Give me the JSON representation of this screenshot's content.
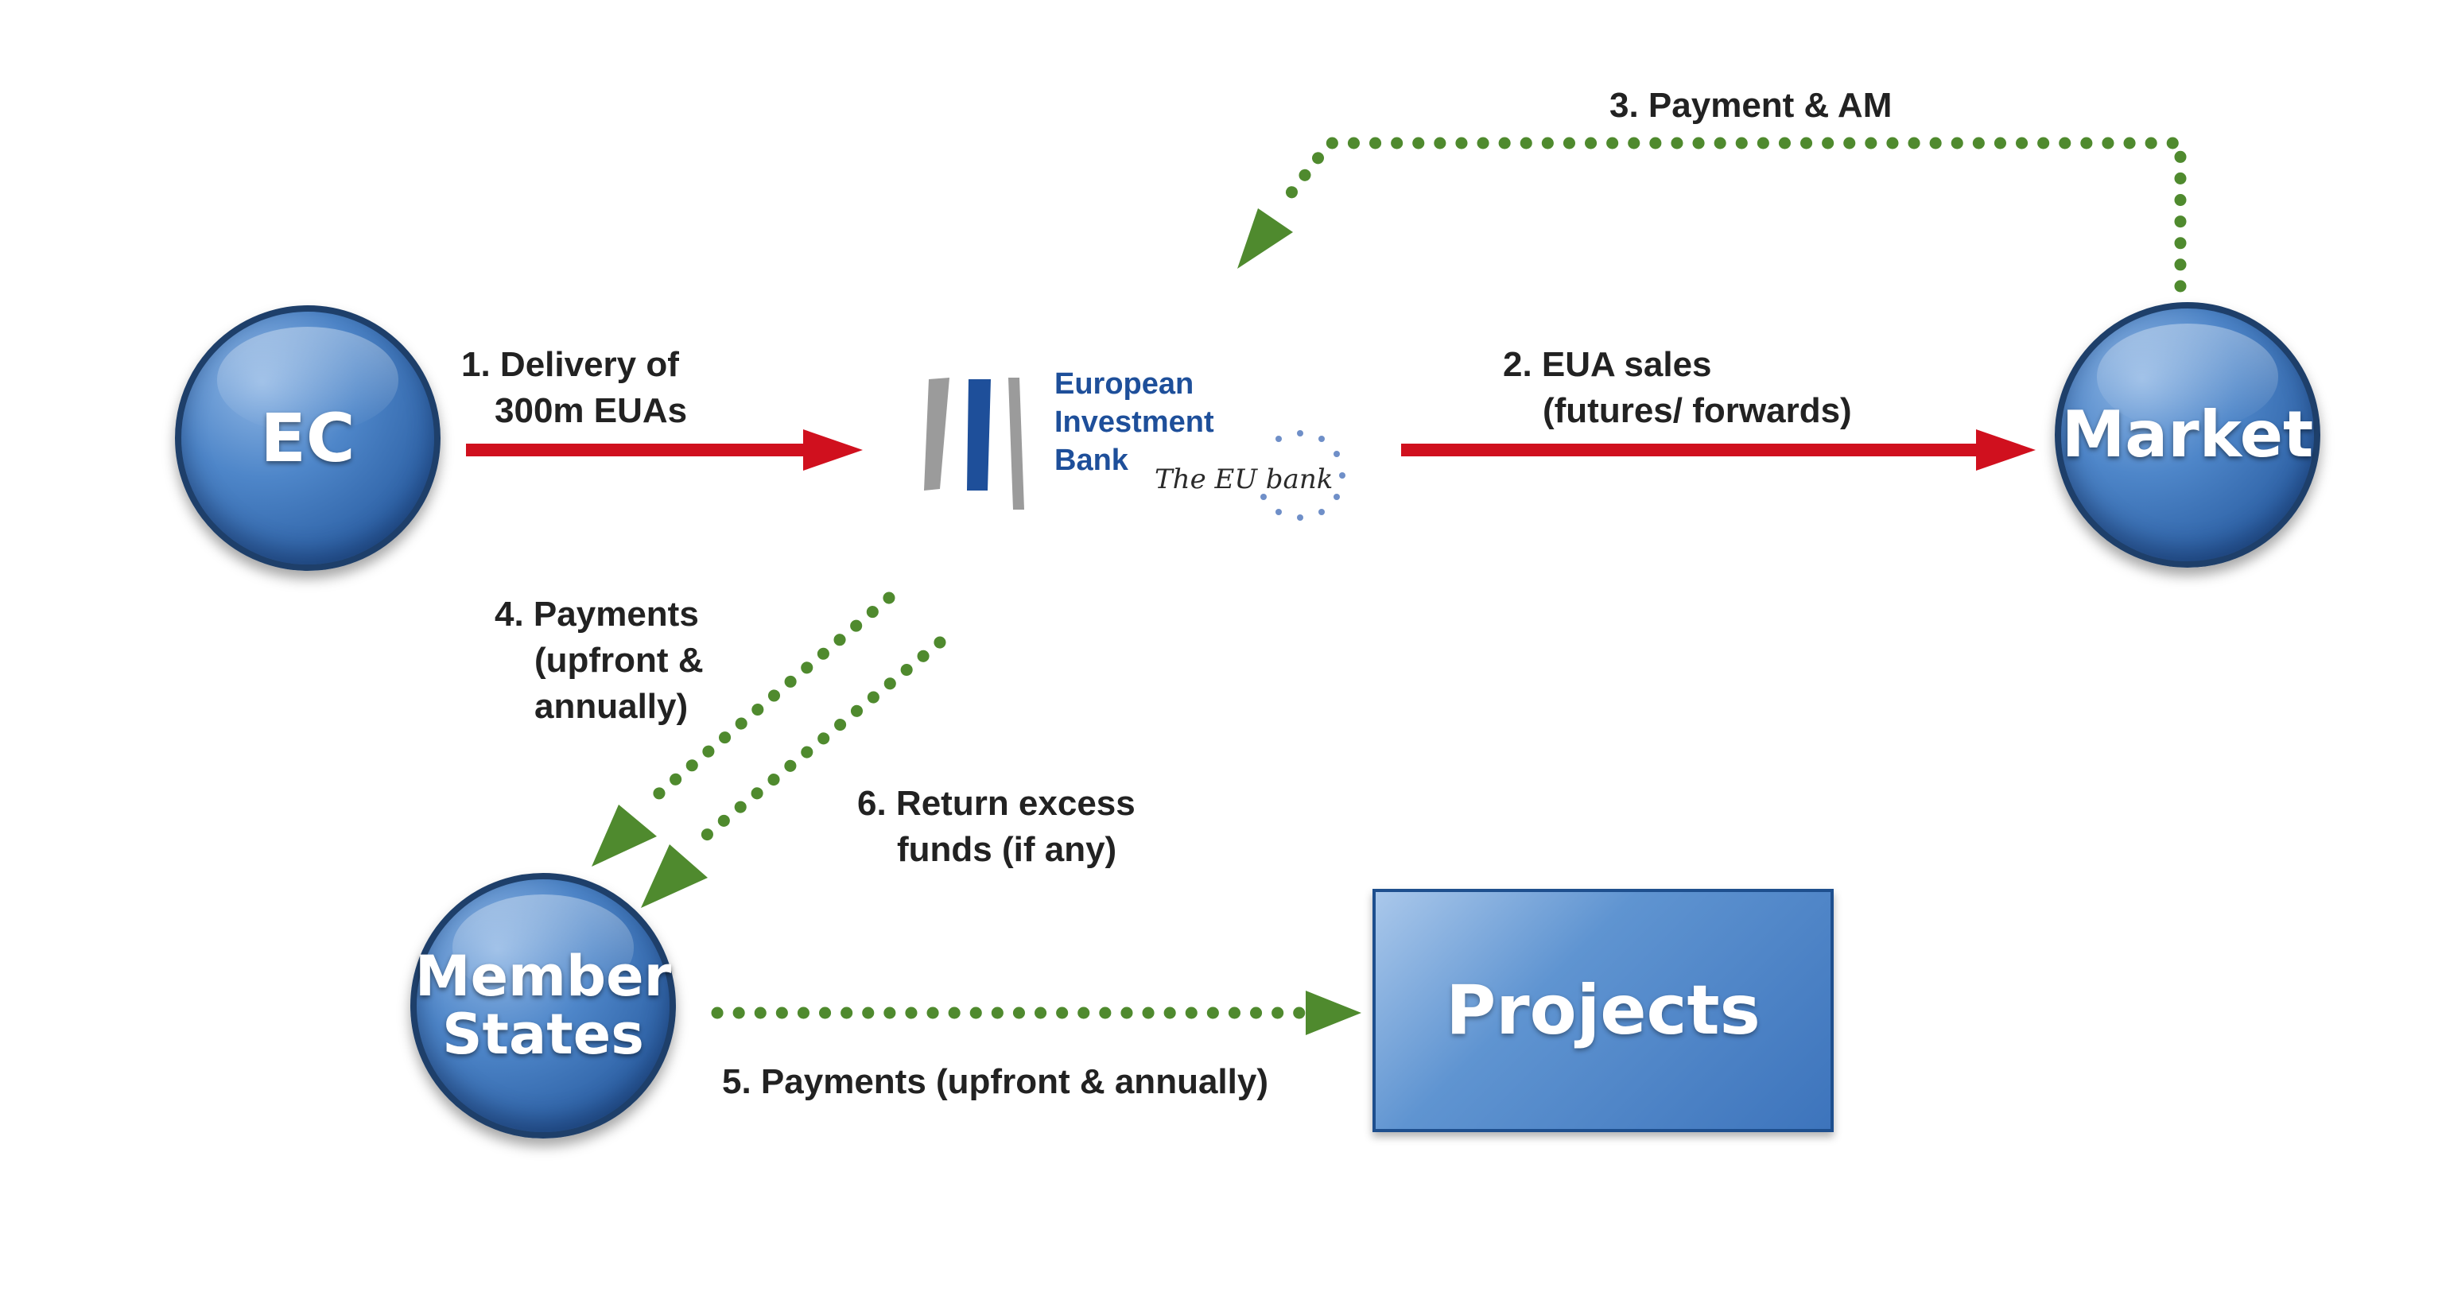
{
  "nodes": {
    "ec": "EC",
    "market": "Market",
    "member_states_line1": "Member",
    "member_states_line2": "States",
    "projects": "Projects"
  },
  "logo": {
    "line1": "European",
    "line2": "Investment",
    "line3": "Bank",
    "tagline": "The EU bank"
  },
  "flows": {
    "f1_line1": "1. Delivery of",
    "f1_line2": "300m EUAs",
    "f2_line1": "2. EUA sales",
    "f2_line2": "(futures/ forwards)",
    "f3": "3. Payment & AM",
    "f4_line1": "4. Payments",
    "f4_line2": "(upfront &",
    "f4_line3": "annually)",
    "f5": "5. Payments (upfront & annually)",
    "f6_line1": "6. Return excess",
    "f6_line2": "funds (if any)"
  },
  "colors": {
    "red_arrow": "#d0101e",
    "green_dotted": "#4f8a2e",
    "node_blue": "#3c70b6",
    "logo_blue": "#1e4f9a"
  }
}
